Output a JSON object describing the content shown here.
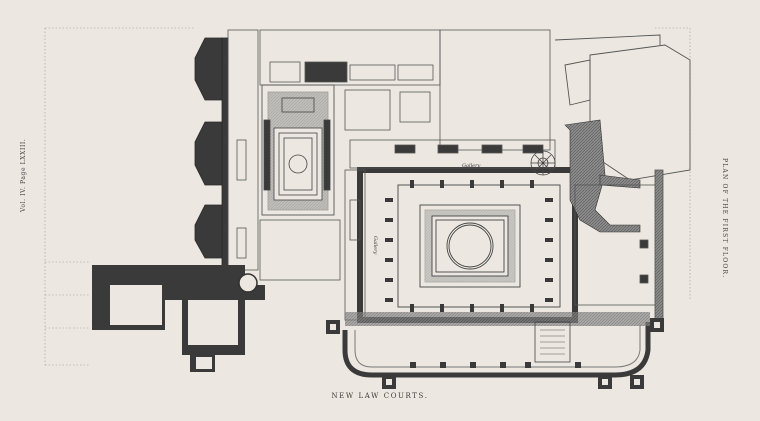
{
  "plate": {
    "left_note": "Vol. IV. Page LXXIII.",
    "right_title": "PLAN OF THE FIRST FLOOR.",
    "caption": "NEW LAW COURTS."
  },
  "labels": {
    "gallery_top": "Gallery",
    "gallery_side": "Gallery"
  },
  "colors": {
    "paper": "#ece8e1",
    "wall_fill": "#3a3a3a",
    "hatch": "#6e6e6e",
    "line": "#4a4a4a"
  }
}
